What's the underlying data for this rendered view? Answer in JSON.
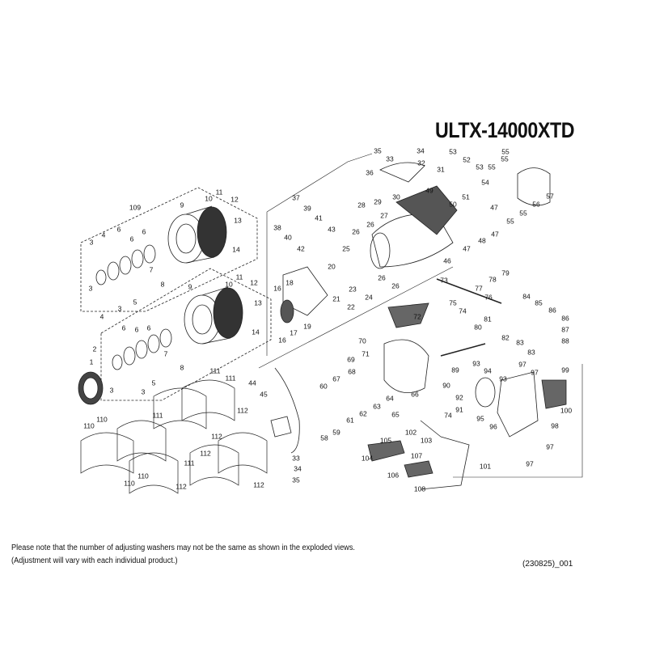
{
  "title": "ULTX-14000XTD",
  "notes": [
    "Please note that the number of adjusting washers may not be the same as shown in the exploded views.",
    "(Adjustment will vary with each individual product.)"
  ],
  "doc_code": "(230825)_001",
  "part_labels": [
    "35",
    "34",
    "33",
    "32",
    "36",
    "31",
    "53",
    "52",
    "55",
    "55",
    "53",
    "55",
    "54",
    "57",
    "56",
    "55",
    "55",
    "30",
    "29",
    "28",
    "49",
    "51",
    "50",
    "47",
    "47",
    "48",
    "47",
    "46",
    "37",
    "39",
    "41",
    "38",
    "40",
    "43",
    "42",
    "27",
    "26",
    "26",
    "25",
    "26",
    "26",
    "20",
    "18",
    "16",
    "21",
    "23",
    "22",
    "24",
    "17",
    "19",
    "16",
    "109",
    "9",
    "10",
    "11",
    "12",
    "13",
    "14",
    "3",
    "4",
    "6",
    "6",
    "6",
    "7",
    "8",
    "3",
    "3",
    "5",
    "9",
    "10",
    "11",
    "12",
    "13",
    "14",
    "4",
    "6",
    "6",
    "6",
    "7",
    "8",
    "2",
    "1",
    "3",
    "3",
    "5",
    "111",
    "111",
    "111",
    "110",
    "110",
    "112",
    "112",
    "112",
    "111",
    "110",
    "110",
    "112",
    "112",
    "44",
    "45",
    "73",
    "74",
    "75",
    "76",
    "77",
    "78",
    "79",
    "84",
    "85",
    "86",
    "86",
    "87",
    "88",
    "80",
    "81",
    "82",
    "83",
    "83",
    "72",
    "70",
    "71",
    "69",
    "68",
    "67",
    "60",
    "64",
    "63",
    "62",
    "61",
    "66",
    "65",
    "59",
    "58",
    "89",
    "90",
    "92",
    "91",
    "74",
    "93",
    "94",
    "93",
    "95",
    "96",
    "97",
    "97",
    "99",
    "98",
    "100",
    "97",
    "97",
    "102",
    "103",
    "101",
    "105",
    "104",
    "107",
    "106",
    "108",
    "33",
    "34",
    "35"
  ]
}
